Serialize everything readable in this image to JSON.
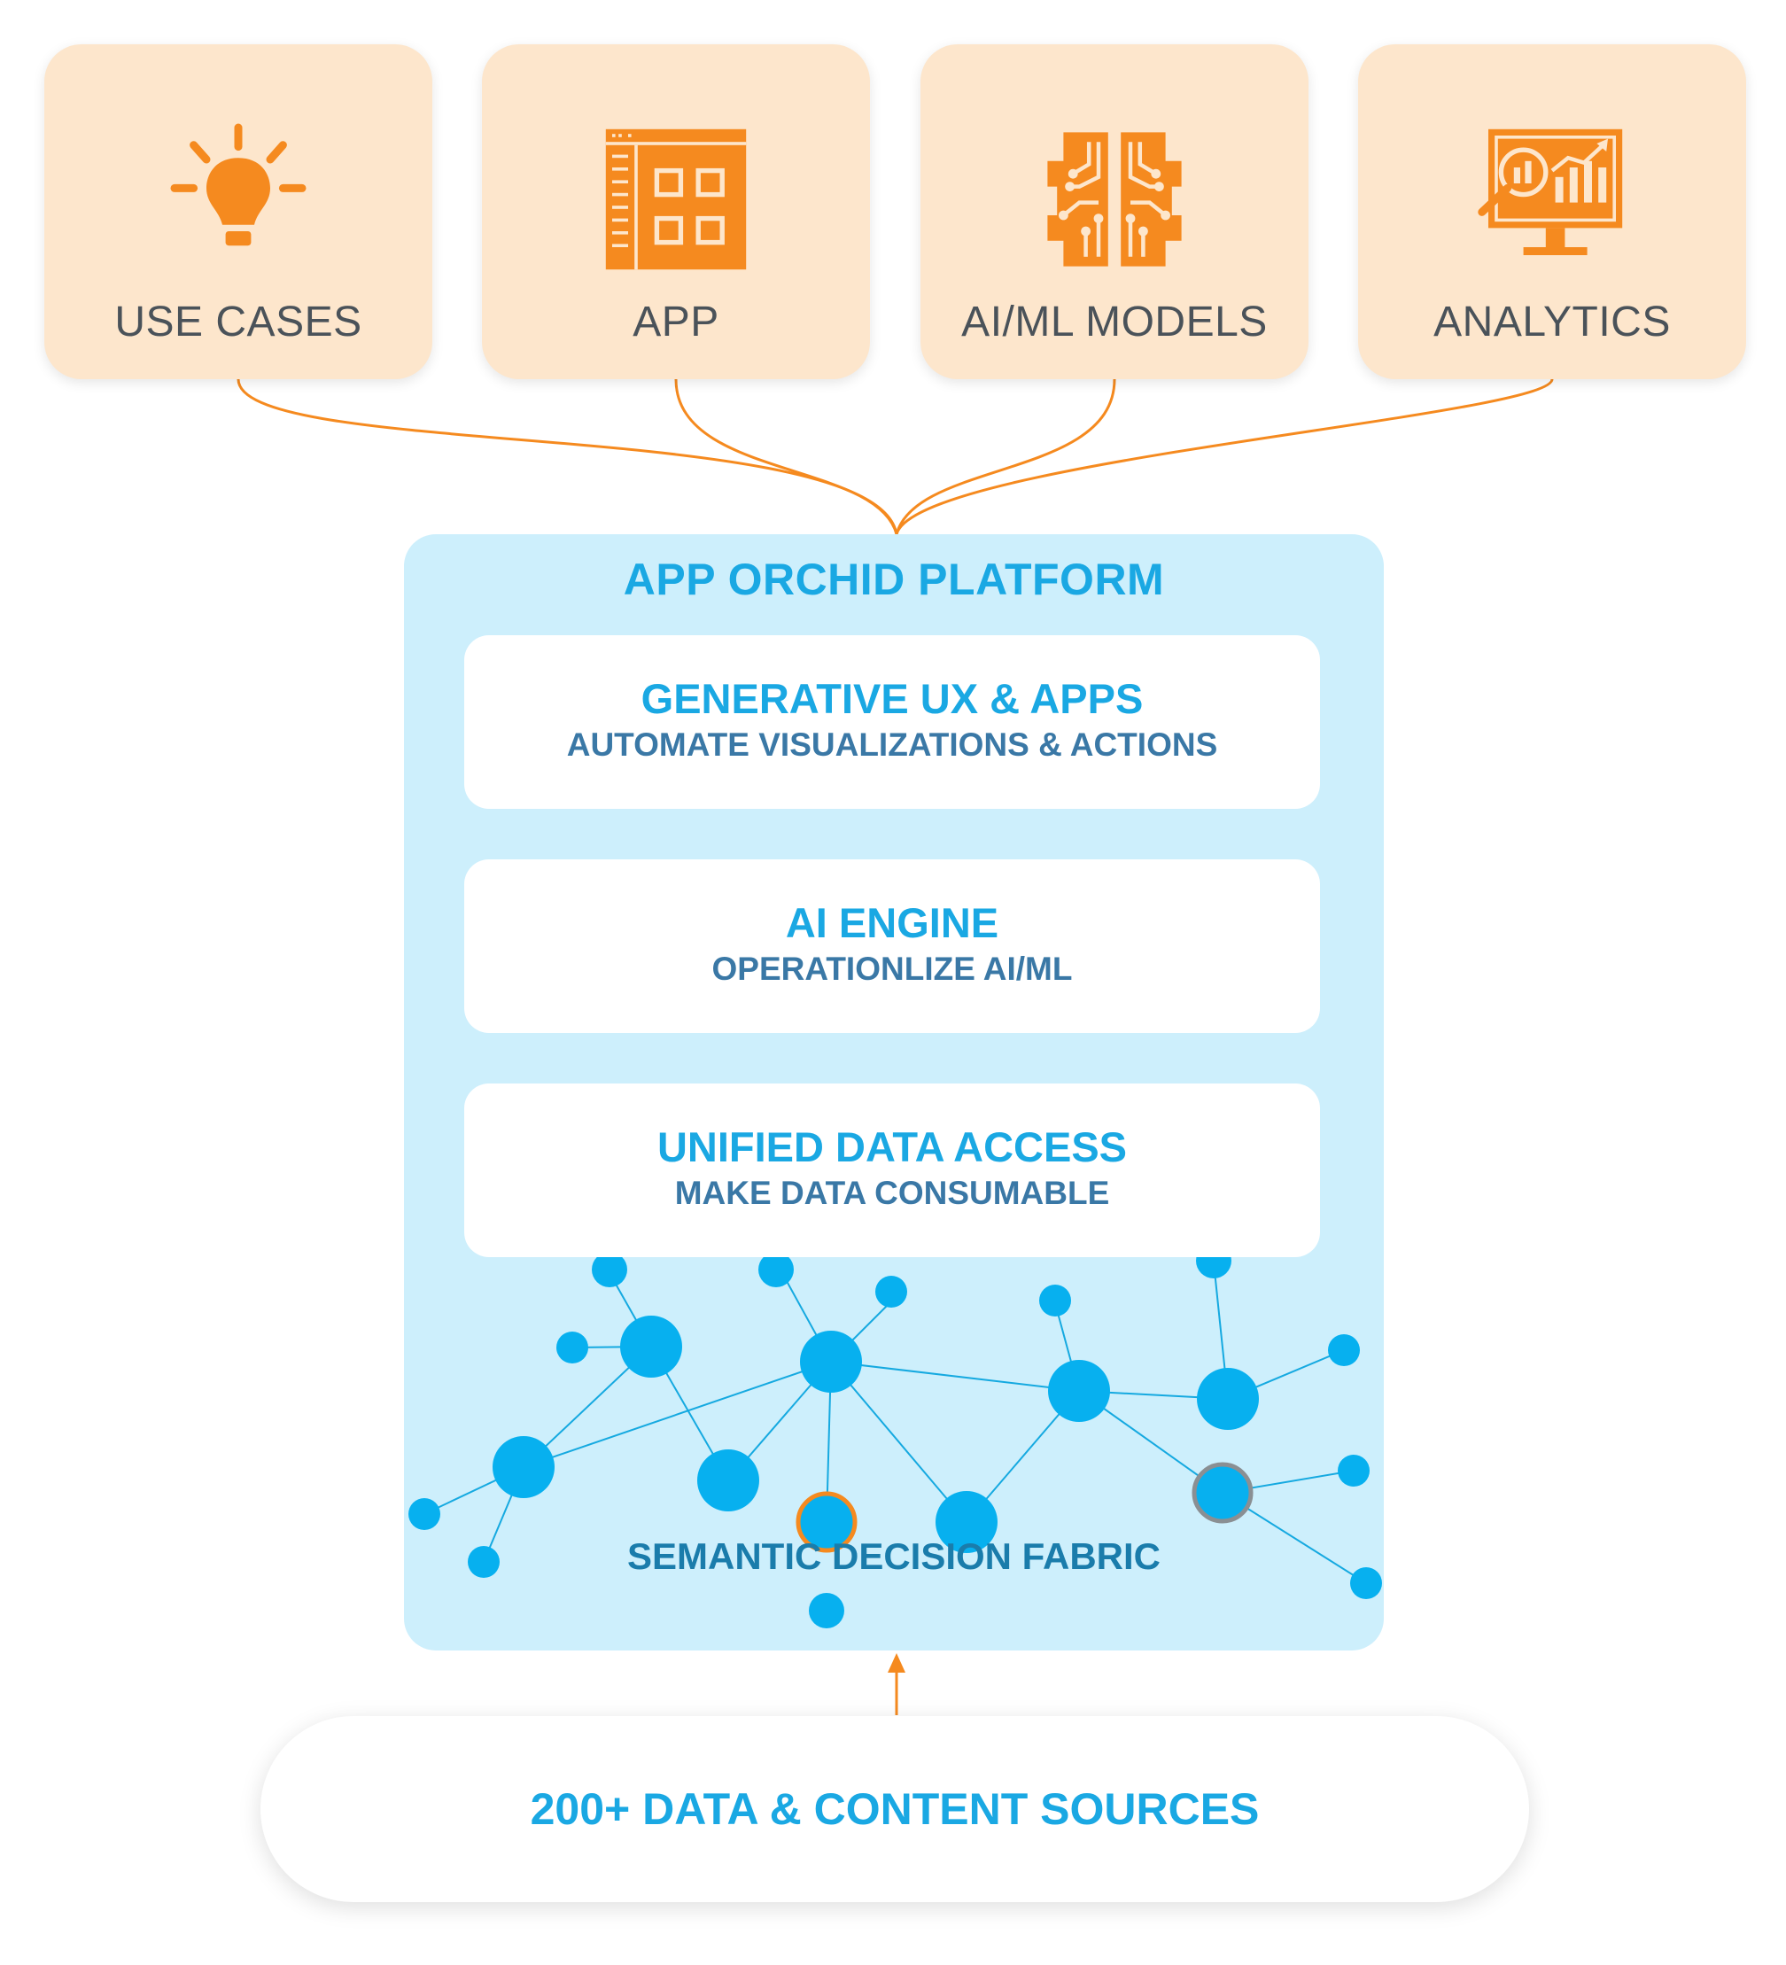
{
  "colors": {
    "orange": "#f58a1f",
    "card_bg": "#fde6cc",
    "platform_bg": "#cdeffc",
    "blue_title": "#1aa8e3",
    "blue_sub": "#3a78a6",
    "node": "#07b0ef",
    "gray_text": "#4a5259"
  },
  "top_cards": [
    {
      "label": "USE CASES",
      "icon": "lightbulb-icon"
    },
    {
      "label": "APP",
      "icon": "app-window-icon"
    },
    {
      "label": "AI/ML MODELS",
      "icon": "ai-chip-brain-icon"
    },
    {
      "label": "ANALYTICS",
      "icon": "analytics-monitor-icon"
    }
  ],
  "platform": {
    "title": "APP ORCHID PLATFORM",
    "layers": [
      {
        "title": "GENERATIVE UX & APPS",
        "subtitle": "AUTOMATE VISUALIZATIONS & ACTIONS"
      },
      {
        "title": "AI ENGINE",
        "subtitle": "OPERATIONLIZE AI/ML"
      },
      {
        "title": "UNIFIED DATA ACCESS",
        "subtitle": "MAKE DATA CONSUMABLE"
      }
    ],
    "fabric_label": "SEMANTIC DECISION FABRIC"
  },
  "sources": {
    "label": "200+ DATA & CONTENT SOURCES"
  }
}
